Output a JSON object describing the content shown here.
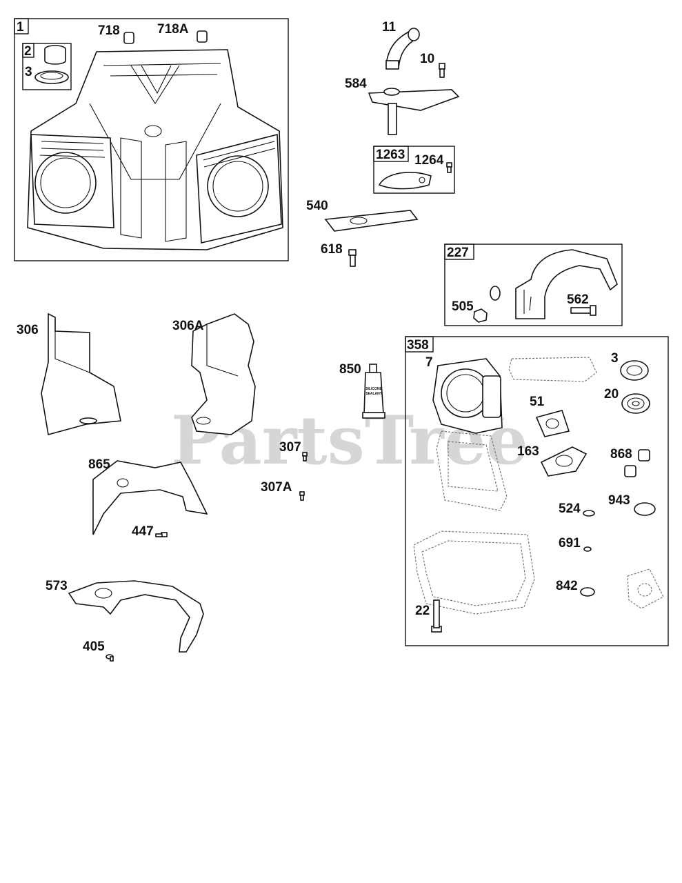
{
  "watermark": "PartsTree",
  "trademark": "™",
  "tube_text": [
    "SILICONE",
    "SEALANT"
  ],
  "groups": [
    {
      "label": "1"
    },
    {
      "label": "2"
    },
    {
      "label": "1263"
    },
    {
      "label": "227"
    },
    {
      "label": "358"
    }
  ],
  "labels": [
    "718",
    "718A",
    "3",
    "11",
    "10",
    "584",
    "1264",
    "540",
    "618",
    "505",
    "562",
    "306",
    "306A",
    "850",
    "7",
    "3",
    "51",
    "20",
    "163",
    "868",
    "524",
    "943",
    "691",
    "842",
    "22",
    "307",
    "307A",
    "865",
    "447",
    "573",
    "405"
  ]
}
